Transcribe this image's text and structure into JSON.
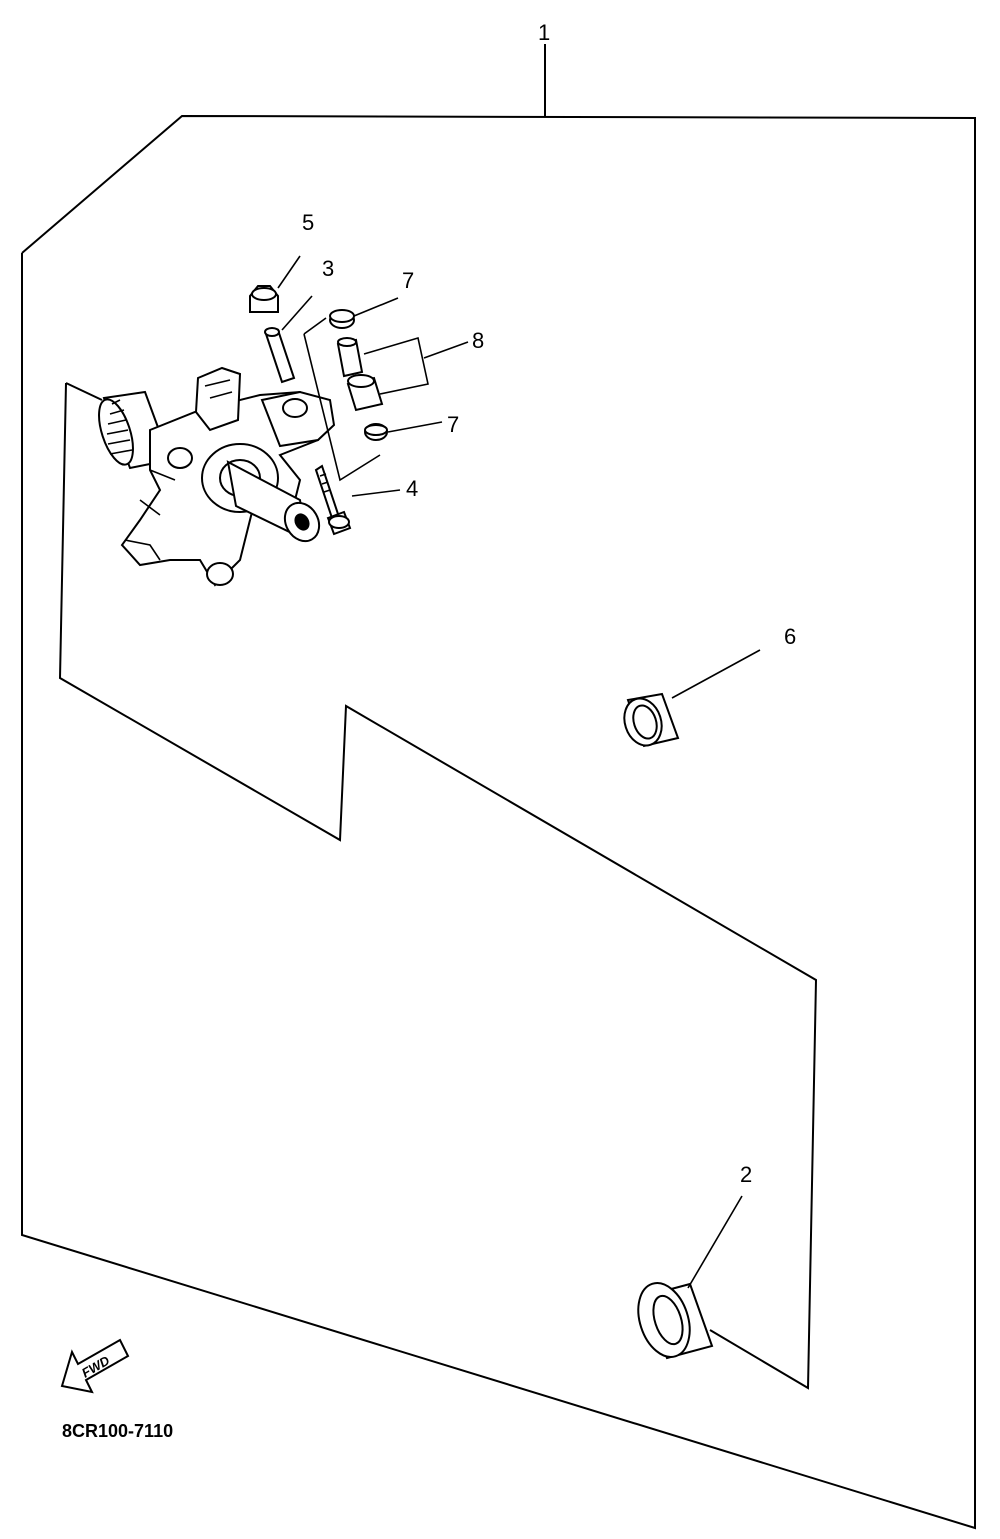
{
  "callouts": {
    "c1": "1",
    "c2": "2",
    "c3": "3",
    "c4": "4",
    "c5": "5",
    "c6": "6",
    "c7a": "7",
    "c7b": "7",
    "c8": "8"
  },
  "fwd_label": "FWD",
  "diagram_code": "8CR100-7110",
  "colors": {
    "ink": "#000000",
    "paper": "#ffffff"
  }
}
